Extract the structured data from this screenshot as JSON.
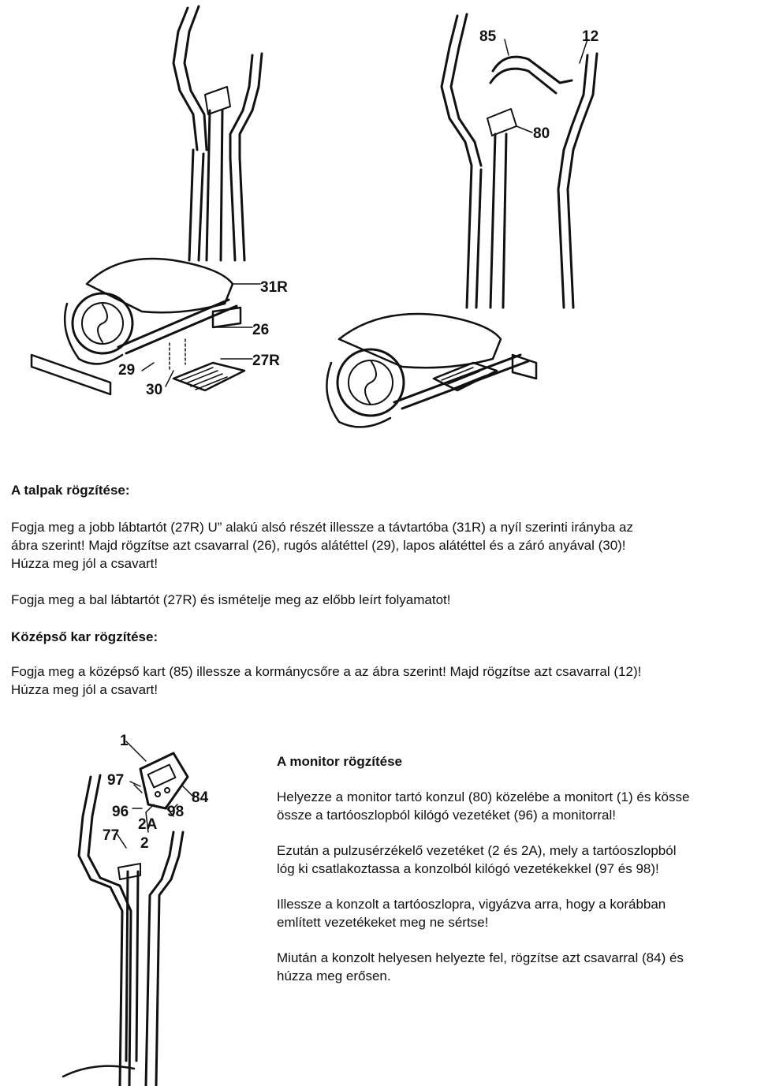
{
  "figures": {
    "fig1_labels": [
      "31R",
      "26",
      "27R",
      "29",
      "30"
    ],
    "fig2_labels": [
      "85",
      "12",
      "80"
    ],
    "fig3_labels": [
      "1",
      "97",
      "84",
      "96",
      "98",
      "2A",
      "77",
      "2"
    ]
  },
  "section_feet": {
    "heading": "A talpak rögzítése:",
    "para1_line1": "Fogja meg a jobb lábtartót (27R) U” alakú alsó részét illessze a távtartóba (31R) a nyíl szerinti irányba az",
    "para1_line2": "ábra szerint! Majd rögzítse azt csavarral (26), rugós alátéttel (29), lapos alátéttel és a záró anyával (30)!",
    "para1_line3": "Húzza meg jól a csavart!",
    "para2": "Fogja meg a bal lábtartót (27R) és ismételje meg az előbb leírt folyamatot!"
  },
  "section_bar": {
    "heading": "Középső kar rögzítése:",
    "para_line1": "Fogja meg a középső kart (85) illessze a kormánycsőre a az ábra szerint! Majd rögzítse azt csavarral (12)!",
    "para_line2": "Húzza meg jól a csavart!"
  },
  "section_monitor": {
    "heading": "A monitor rögzítése",
    "p1_line1": "Helyezze a monitor tartó konzul (80) közelébe a monitort (1) és kösse",
    "p1_line2": "össze a tartóoszlopból kilógó vezetéket (96) a monitorral!",
    "p2_line1": "Ezután a pulzusérzékelő vezetéket (2 és 2A), mely a tartóoszlopból",
    "p2_line2": "lóg ki csatlakoztassa a konzolból kilógó vezetékekkel (97 és 98)!",
    "p3_line1": "Illessze a konzolt a tartóoszlopra, vigyázva arra, hogy a korábban",
    "p3_line2": "említett vezetékeket meg ne sértse!",
    "p4_line1": "Miután a konzolt helyesen helyezte fel, rögzítse azt csavarral (84) és",
    "p4_line2": "húzza meg erősen."
  }
}
